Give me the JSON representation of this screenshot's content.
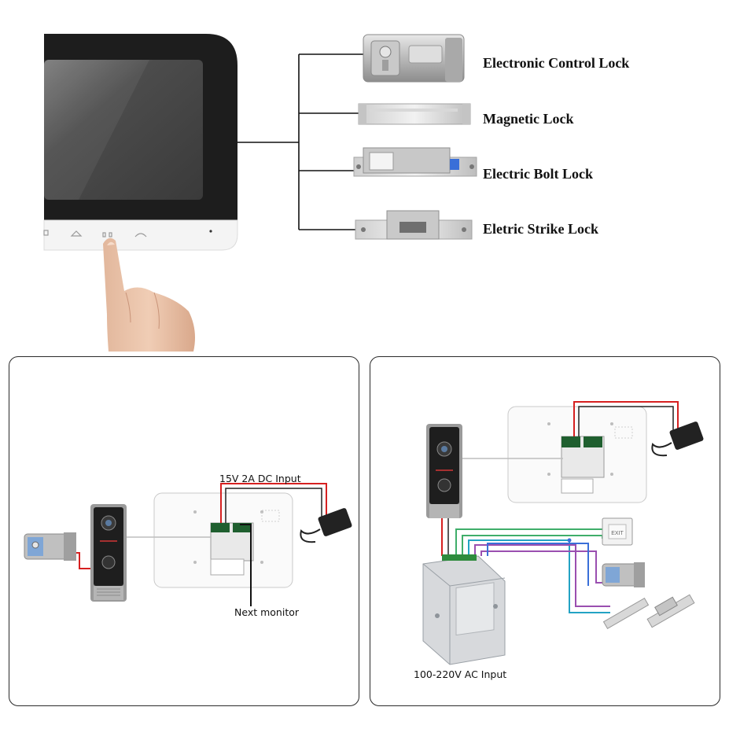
{
  "top": {
    "locks": [
      {
        "label": "Electronic Control Lock",
        "icon": "electronic-control-lock-icon"
      },
      {
        "label": "Magnetic Lock",
        "icon": "magnetic-lock-icon"
      },
      {
        "label": "Electric Bolt Lock",
        "icon": "electric-bolt-lock-icon"
      },
      {
        "label": "Eletric Strike Lock",
        "icon": "electric-strike-lock-icon"
      }
    ]
  },
  "left_panel": {
    "dc_input_label": "15V 2A DC Input",
    "next_monitor_label": "Next monitor"
  },
  "right_panel": {
    "ac_input_label": "100-220V AC Input"
  },
  "colors": {
    "wire_red": "#d62020",
    "wire_green": "#3fae6a",
    "wire_cyan": "#23a3c4",
    "wire_purple": "#9a4fb0",
    "wire_blue": "#3a6fd8",
    "monitor_bezel": "#1d1d1d",
    "panel_border": "#2a2a2a"
  }
}
